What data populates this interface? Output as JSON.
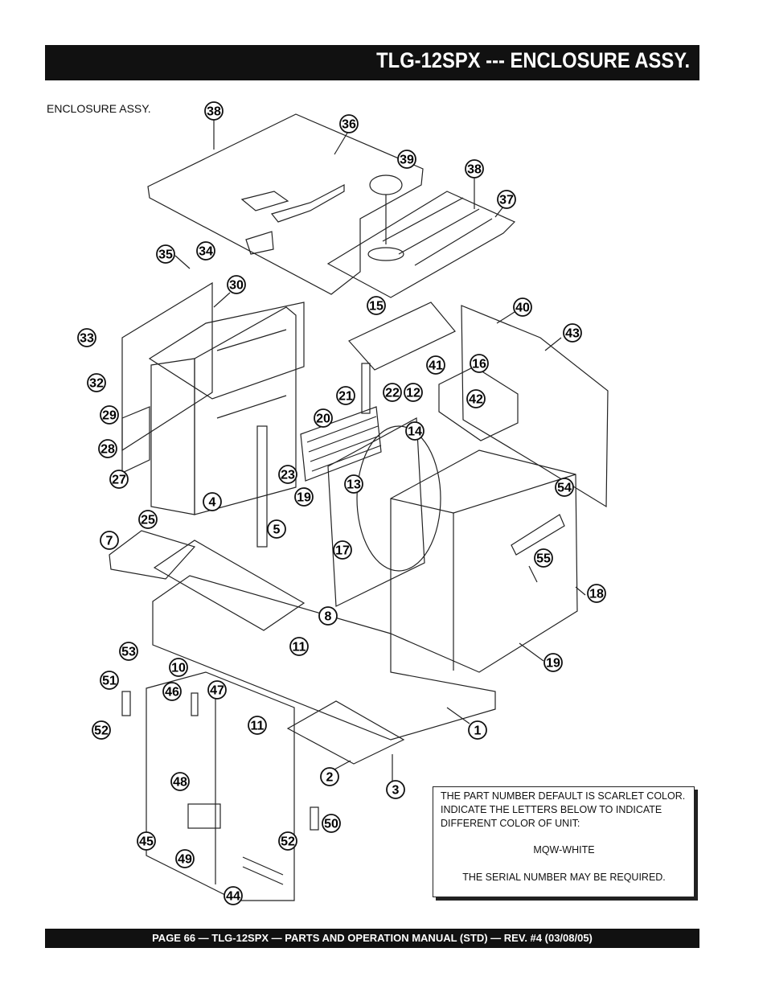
{
  "header": {
    "title": "TLG-12SPX --- ENCLOSURE ASSY."
  },
  "section": {
    "label": "ENCLOSURE ASSY."
  },
  "diagram": {
    "icon": "exploded-parts-diagram",
    "callouts": [
      "38",
      "36",
      "39",
      "38",
      "37",
      "35",
      "34",
      "30",
      "15",
      "40",
      "43",
      "33",
      "32",
      "41",
      "16",
      "42",
      "29",
      "21",
      "22",
      "12",
      "20",
      "14",
      "28",
      "27",
      "23",
      "13",
      "19",
      "25",
      "4",
      "5",
      "7",
      "17",
      "54",
      "55",
      "18",
      "8",
      "11",
      "19",
      "53",
      "10",
      "51",
      "46",
      "47",
      "11",
      "1",
      "52",
      "2",
      "3",
      "48",
      "50",
      "45",
      "52",
      "49",
      "44"
    ]
  },
  "note": {
    "line1": "THE PART NUMBER DEFAULT IS SCARLET COLOR.",
    "line2": "INDICATE THE LETTERS BELOW TO INDICATE",
    "line3": "DIFFERENT COLOR OF UNIT:",
    "line4": "MQW-WHITE",
    "line5": "THE SERIAL NUMBER MAY BE REQUIRED."
  },
  "footer": {
    "text": "PAGE 66 — TLG-12SPX — PARTS AND OPERATION  MANUAL (STD) — REV. #4  (03/08/05)"
  }
}
